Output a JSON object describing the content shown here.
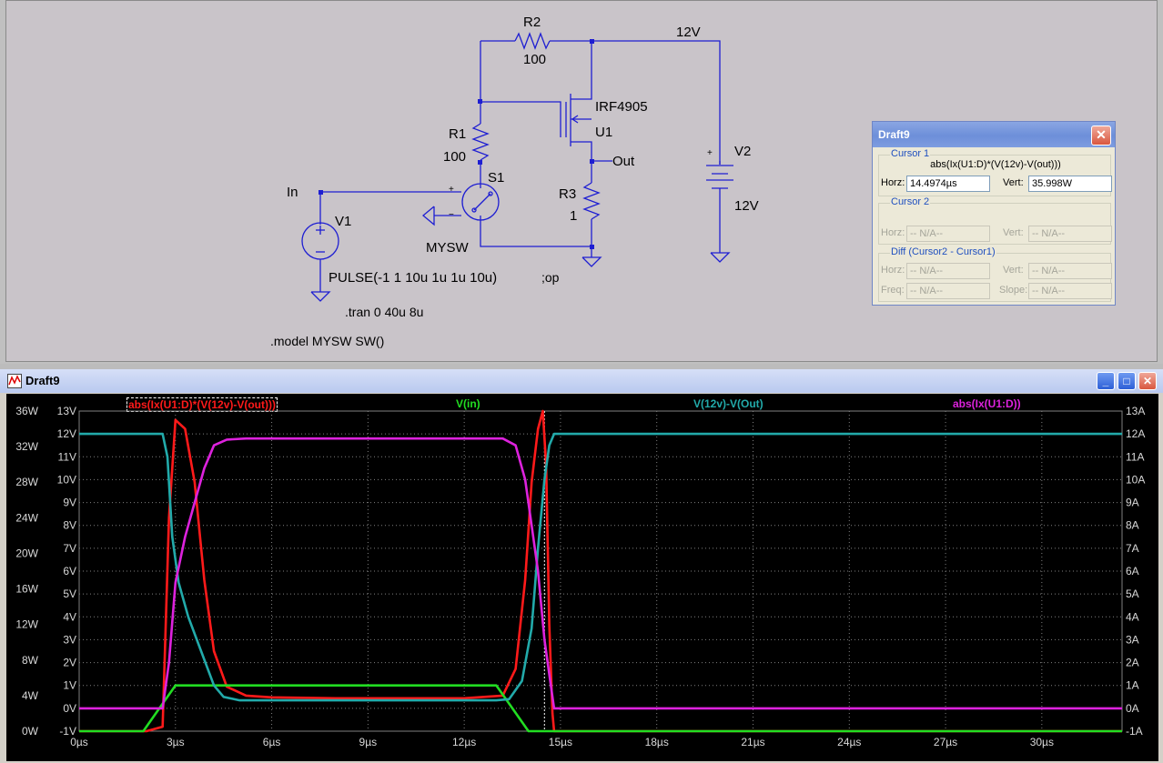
{
  "schematic": {
    "labels": {
      "r2": "R2",
      "r2_val": "100",
      "v12_label": "12V",
      "mosfet": "IRF4905",
      "u1": "U1",
      "r1": "R1",
      "r1_val": "100",
      "s1": "S1",
      "out": "Out",
      "in": "In",
      "v2": "V2",
      "v2_val": "12V",
      "r3": "R3",
      "r3_val": "1",
      "v1": "V1",
      "mysw": "MYSW",
      "pulse": "PULSE(-1 1 10u 1u 1u 10u)",
      "op": ";op",
      "tran": ".tran 0 40u 8u",
      "model": ".model MYSW SW()"
    }
  },
  "cursor_dialog": {
    "title": "Draft9",
    "close": "✕",
    "cursor1": {
      "label": "Cursor 1",
      "expr": "abs(Ix(U1:D)*(V(12v)-V(out)))",
      "horz_label": "Horz:",
      "horz": "14.4974µs",
      "vert_label": "Vert:",
      "vert": "35.998W"
    },
    "cursor2": {
      "label": "Cursor 2",
      "horz_label": "Horz:",
      "horz": "-- N/A--",
      "vert_label": "Vert:",
      "vert": "-- N/A--"
    },
    "diff": {
      "label": "Diff (Cursor2 - Cursor1)",
      "horz_label": "Horz:",
      "horz": "-- N/A--",
      "vert_label": "Vert:",
      "vert": "-- N/A--",
      "freq_label": "Freq:",
      "freq": "-- N/A--",
      "slope_label": "Slope:",
      "slope": "-- N/A--"
    }
  },
  "waveform_window": {
    "title": "Draft9",
    "buttons": {
      "min": "_",
      "max": "□",
      "close": "✕"
    }
  },
  "chart_data": {
    "type": "line",
    "colors": {
      "power": "#ff1a1a",
      "vin": "#22dd22",
      "vds": "#22aaaa",
      "id": "#dd22dd",
      "background": "#000000",
      "grid": "#808080"
    },
    "legend": [
      "abs(Ix(U1:D)*(V(12v)-V(out)))",
      "V(in)",
      "V(12v)-V(Out)",
      "abs(Ix(U1:D))"
    ],
    "x_ticks": [
      "0µs",
      "3µs",
      "6µs",
      "9µs",
      "12µs",
      "15µs",
      "18µs",
      "21µs",
      "24µs",
      "27µs",
      "30µs"
    ],
    "xlim": [
      0,
      32.5
    ],
    "y_left_power_ticks": [
      "0W",
      "4W",
      "8W",
      "12W",
      "16W",
      "20W",
      "24W",
      "28W",
      "32W",
      "36W"
    ],
    "y_left_power_lim": [
      0,
      36
    ],
    "y_left_volt_ticks": [
      "-1V",
      "0V",
      "1V",
      "2V",
      "3V",
      "4V",
      "5V",
      "6V",
      "7V",
      "8V",
      "9V",
      "10V",
      "11V",
      "12V",
      "13V"
    ],
    "y_left_volt_lim": [
      -1,
      13
    ],
    "y_right_amp_ticks": [
      "-1A",
      "0A",
      "1A",
      "2A",
      "3A",
      "4A",
      "5A",
      "6A",
      "7A",
      "8A",
      "9A",
      "10A",
      "11A",
      "12A",
      "13A"
    ],
    "y_right_amp_lim": [
      -1,
      13
    ],
    "cursor_x": 14.5,
    "series": [
      {
        "name": "abs(Ix(U1:D)*(V(12v)-V(out)))",
        "axis": "power",
        "x": [
          0,
          2.1,
          2.6,
          2.8,
          3.0,
          3.3,
          3.6,
          3.9,
          4.2,
          4.6,
          5.2,
          6.0,
          8,
          10,
          12,
          13.2,
          13.6,
          13.9,
          14.1,
          14.3,
          14.45,
          14.55,
          14.65,
          14.75,
          14.8,
          15.0,
          32.5
        ],
        "y": [
          0,
          0,
          0.5,
          24,
          35,
          34,
          28,
          17,
          9,
          5,
          4,
          3.8,
          3.7,
          3.7,
          3.7,
          4,
          7,
          17,
          28,
          34,
          36,
          30,
          12,
          2,
          0,
          0,
          0
        ]
      },
      {
        "name": "V(in)",
        "axis": "volt",
        "x": [
          0,
          2.0,
          3.0,
          13.0,
          14.0,
          32.5
        ],
        "y": [
          -1,
          -1,
          1,
          1,
          -1,
          -1
        ]
      },
      {
        "name": "V(12v)-V(Out)",
        "axis": "volt",
        "x": [
          0,
          2.6,
          2.75,
          2.9,
          3.1,
          3.4,
          3.8,
          4.2,
          4.5,
          5,
          6,
          10,
          13,
          13.4,
          13.8,
          14.1,
          14.3,
          14.5,
          14.65,
          14.8,
          32.5
        ],
        "y": [
          12,
          12,
          11,
          7.5,
          5.5,
          4,
          2.5,
          1.0,
          0.5,
          0.35,
          0.35,
          0.35,
          0.35,
          0.4,
          1.2,
          3.5,
          7,
          10,
          11.5,
          12,
          12
        ]
      },
      {
        "name": "abs(Ix(U1:D))",
        "axis": "amp",
        "x": [
          0,
          2.6,
          2.8,
          3.0,
          3.3,
          3.6,
          3.9,
          4.2,
          4.6,
          5.2,
          6,
          10,
          13.2,
          13.6,
          13.9,
          14.1,
          14.3,
          14.5,
          14.7,
          14.8,
          14.85,
          32.5
        ],
        "y": [
          0,
          0,
          2,
          5.5,
          7.5,
          9,
          10.5,
          11.5,
          11.75,
          11.8,
          11.8,
          11.8,
          11.8,
          11.5,
          10,
          8,
          6,
          3,
          1,
          0,
          0,
          0
        ]
      }
    ]
  }
}
